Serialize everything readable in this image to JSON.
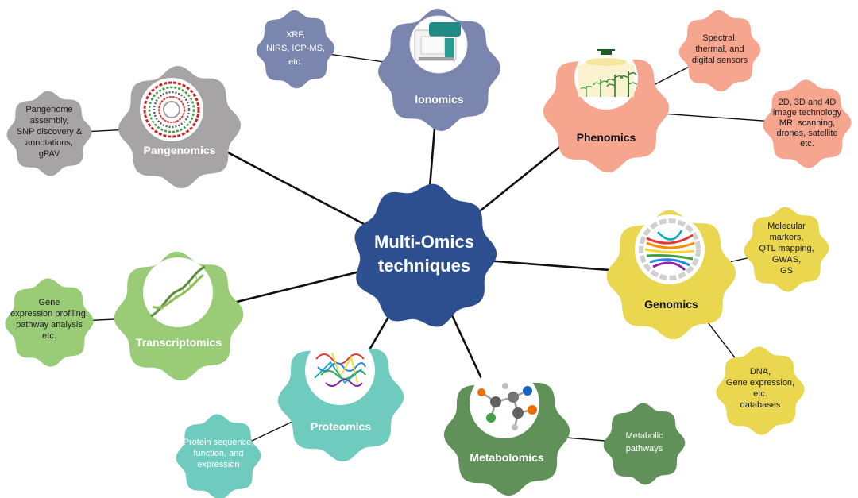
{
  "center": {
    "line1": "Multi-Omics",
    "line2": "techniques",
    "color": "#2e4f8f"
  },
  "nodes": {
    "ionomics": {
      "label": "Ionomics",
      "color": "#7a86ad",
      "icon": "lab-instrument-icon",
      "detail": {
        "lines": [
          "XRF,",
          "NIRS, ICP-MS,",
          "etc."
        ],
        "color": "#7a86ad"
      }
    },
    "phenomics": {
      "label": "Phenomics",
      "color": "#f6a58f",
      "icon": "crop-growth-drone-icon",
      "details": [
        {
          "lines": [
            "Spectral,",
            "thermal, and",
            "digital sensors"
          ],
          "color": "#f6a58f"
        },
        {
          "lines": [
            "2D, 3D and 4D",
            "image technology",
            "MRI scanning,",
            "drones, satellite",
            "etc."
          ],
          "color": "#f6a58f"
        }
      ]
    },
    "genomics": {
      "label": "Genomics",
      "color": "#ead64f",
      "icon": "circos-plot-icon",
      "details": [
        {
          "lines": [
            "Molecular",
            "markers,",
            "QTL mapping,",
            "GWAS,",
            "GS"
          ],
          "color": "#ead64f"
        },
        {
          "lines": [
            "DNA,",
            "Gene expression,",
            "etc.",
            "databases"
          ],
          "color": "#ead64f"
        }
      ]
    },
    "metabolomics": {
      "label": "Metabolomics",
      "color": "#5f9159",
      "icon": "molecule-icon",
      "detail": {
        "lines": [
          "Metabolic",
          "pathways"
        ],
        "color": "#5f9159"
      }
    },
    "proteomics": {
      "label": "Proteomics",
      "color": "#6fcbbe",
      "icon": "protein-structure-icon",
      "detail": {
        "lines": [
          "Protein sequence,",
          "function, and",
          "expression"
        ],
        "color": "#6fcbbe"
      }
    },
    "transcriptomics": {
      "label": "Transcriptomics",
      "color": "#9acc78",
      "icon": "dna-helix-icon",
      "detail": {
        "lines": [
          "Gene",
          "expression profiling,",
          "pathway analysis",
          "etc."
        ],
        "color": "#9acc78"
      }
    },
    "pangenomics": {
      "label": "Pangenomics",
      "color": "#a6a4a4",
      "icon": "genome-rings-icon",
      "detail": {
        "lines": [
          "Pangenome",
          "assembly,",
          "SNP discovery &",
          "annotations,",
          "gPAV"
        ],
        "color": "#a6a4a4"
      }
    }
  }
}
